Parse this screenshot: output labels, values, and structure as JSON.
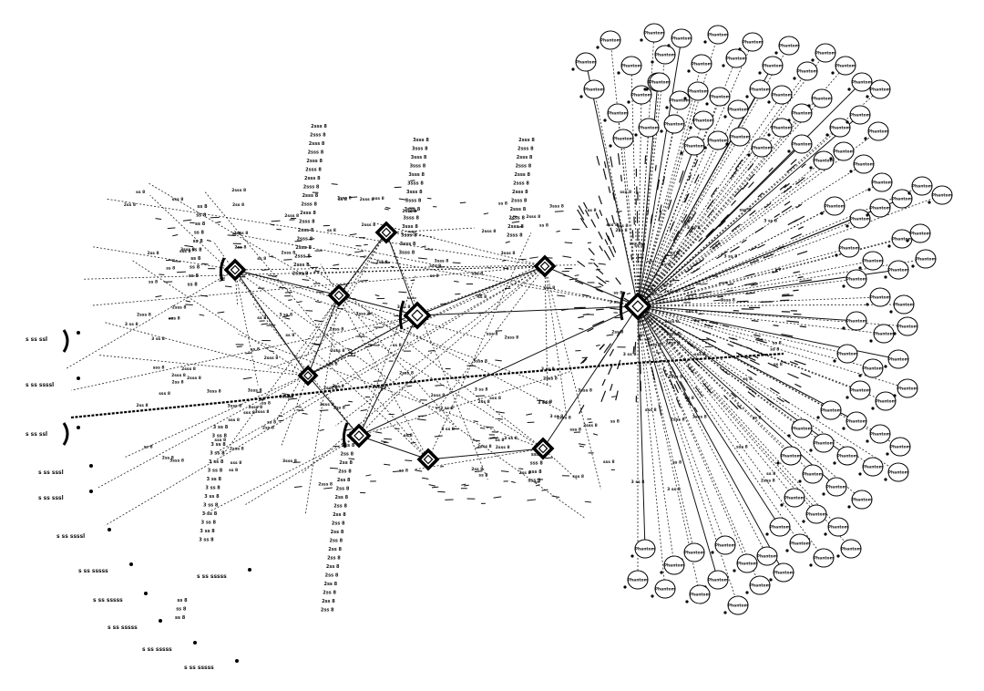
{
  "diagram": {
    "hubs": [
      {
        "id": "h1"
      },
      {
        "id": "h2"
      },
      {
        "id": "h3"
      },
      {
        "id": "h4"
      },
      {
        "id": "h5"
      },
      {
        "id": "h6"
      },
      {
        "id": "h7"
      },
      {
        "id": "h8"
      },
      {
        "id": "h9"
      },
      {
        "id": "h10"
      }
    ],
    "leaf_label": "Phantom",
    "side_labels": [
      "s ss ssl",
      "s ss ssssl",
      "s ss ssl",
      "s ss sssl",
      "s ss sssl",
      "s ss ssssl",
      "s ss sssss",
      "s ss sssss",
      "s ss sssss",
      "s ss sssss",
      "s ss sssss",
      "s ss sssss"
    ],
    "column_labels": [
      "2sss 8",
      "3sss 8",
      "2sss 8",
      "ss 8",
      "3 ss 8",
      "2ss 8",
      "sss 8",
      "ss 8"
    ]
  }
}
